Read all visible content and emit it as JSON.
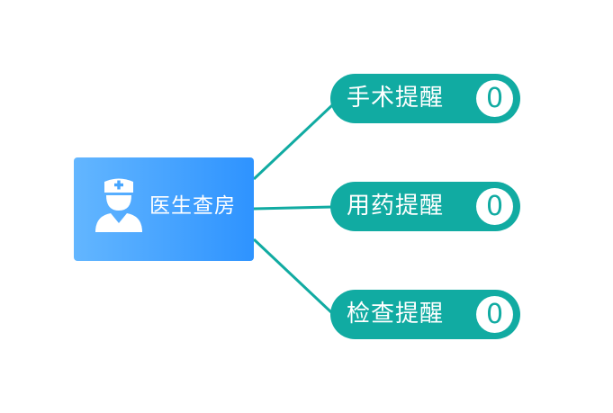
{
  "center": {
    "label": "医生查房",
    "icon": "doctor-icon"
  },
  "reminders": [
    {
      "label": "手术提醒",
      "count": "0"
    },
    {
      "label": "用药提醒",
      "count": "0"
    },
    {
      "label": "检查提醒",
      "count": "0"
    }
  ],
  "colors": {
    "center_gradient_start": "#63b6ff",
    "center_gradient_end": "#2e93ff",
    "pill": "#11aba2",
    "connector": "#11aba2"
  }
}
